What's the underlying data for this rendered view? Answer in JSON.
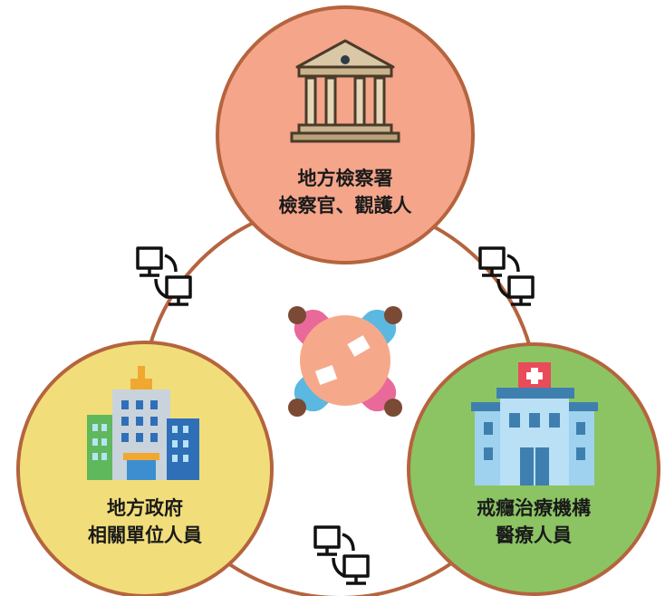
{
  "nodes": {
    "prosecutors": {
      "line1": "地方檢察署",
      "line2": "檢察官、觀護人",
      "icon": "courthouse-icon",
      "color": "#F4A58A"
    },
    "treatment": {
      "line1": "戒癮治療機構",
      "line2": "醫療人員",
      "icon": "hospital-icon",
      "color": "#8CC464"
    },
    "government": {
      "line1": "地方政府",
      "line2": "相關單位人員",
      "icon": "office-building-icon",
      "color": "#F1DE7A"
    }
  },
  "center": {
    "icon": "meeting-table-icon"
  },
  "connectors": {
    "icon": "network-computers-icon",
    "ring_color": "#B5643E"
  }
}
